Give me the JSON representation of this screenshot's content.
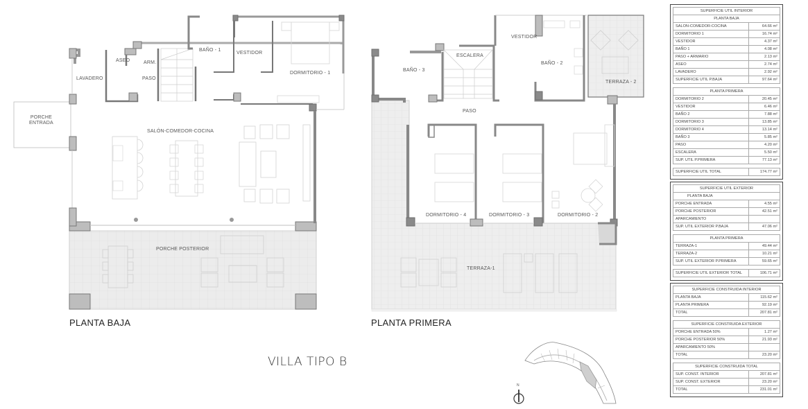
{
  "document": {
    "title": "VILLA TIPO B",
    "north_label": "N"
  },
  "planta_baja": {
    "title": "PLANTA BAJA",
    "rooms": {
      "lavadero": "LAVADERO",
      "aseo": "ASEO",
      "arm": "ARM.",
      "paso": "PASO",
      "bano1": "BAÑO - 1",
      "vestidor": "VESTIDOR",
      "dormitorio1": "DORMITORIO - 1",
      "porche_entrada": "PORCHE\nENTRADA",
      "salon": "SALÓN-COMEDOR-COCINA",
      "porche_posterior": "PORCHE POSTERIOR"
    }
  },
  "planta_primera": {
    "title": "PLANTA PRIMERA",
    "rooms": {
      "bano3": "BAÑO - 3",
      "escalera": "ESCALERA",
      "vestidor": "VESTIDOR",
      "bano2": "BAÑO - 2",
      "terraza2": "TERRAZA - 2",
      "paso": "PASO",
      "dormitorio4": "DORMITORIO - 4",
      "dormitorio3": "DORMITORIO - 3",
      "dormitorio2": "DORMITORIO - 2",
      "terraza1": "TERRAZA-1"
    }
  },
  "tables": {
    "util_interior": {
      "title": "SUPERFICIE UTIL INTERIOR",
      "baja": {
        "title": "PLANTA BAJA",
        "rows": [
          {
            "label": "SALON-COMEDOR-COCINA",
            "value": "64.66 m²"
          },
          {
            "label": "DORMITORIO 1",
            "value": "16.74 m²"
          },
          {
            "label": "VESTIDOR",
            "value": "4.37 m²"
          },
          {
            "label": "BAÑO 1",
            "value": "4.08 m²"
          },
          {
            "label": "PASO + ARMARIO",
            "value": "2.13 m²"
          },
          {
            "label": "ASEO",
            "value": "2.74 m²"
          },
          {
            "label": "LAVADERO",
            "value": "2.92 m²"
          },
          {
            "label": "SUPERFICIE UTIL P.BAJA",
            "value": "97.64 m²"
          }
        ]
      },
      "primera": {
        "title": "PLANTA PRIMERA",
        "rows": [
          {
            "label": "DORMITORIO 2",
            "value": "20.45 m²"
          },
          {
            "label": "VESTIDOR",
            "value": "6.46 m²"
          },
          {
            "label": "BAÑO 2",
            "value": "7.88 m²"
          },
          {
            "label": "DORMITORIO 3",
            "value": "13.85 m²"
          },
          {
            "label": "DORMITORIO 4",
            "value": "13.14 m²"
          },
          {
            "label": "BAÑO 3",
            "value": "5.85 m²"
          },
          {
            "label": "PASO",
            "value": "4.20 m²"
          },
          {
            "label": "ESCALERA",
            "value": "5.50 m²"
          },
          {
            "label": "SUP. UTIL P.PRIMERA",
            "value": "77.13 m²"
          }
        ]
      },
      "total": {
        "label": "SUPERFICIE UTIL TOTAL",
        "value": "174.77 m²"
      }
    },
    "util_exterior": {
      "title": "SUPERFICIE UTIL EXTERIOR",
      "baja": {
        "title": "PLANTA BAJA",
        "rows": [
          {
            "label": "PORCHE ENTRADA",
            "value": "4.55 m²"
          },
          {
            "label": "PORCHE POSTERIOR",
            "value": "42.51 m²"
          },
          {
            "label": "APARCAMIENTO",
            "value": ""
          },
          {
            "label": "SUP. UTIL EXTERIOR P.BAJA",
            "value": "47.06 m²"
          }
        ]
      },
      "primera": {
        "title": "PLANTA PRIMERA",
        "rows": [
          {
            "label": "TERRAZA-1",
            "value": "49.44 m²"
          },
          {
            "label": "TERRAZA-2",
            "value": "10.21 m²"
          },
          {
            "label": "SUP. UTIL EXTERIOR P.PRIMERA",
            "value": "59.65 m²"
          }
        ]
      },
      "total": {
        "label": "SUPERFICIE UTIL EXTERIOR TOTAL",
        "value": "106.71 m²"
      }
    },
    "construida": {
      "interior": {
        "title": "SUPERFICIE CONSTRUIDA INTERIOR",
        "rows": [
          {
            "label": "PLANTA BAJA",
            "value": "115.62 m²"
          },
          {
            "label": "PLANTA PRIMERA",
            "value": "92.19 m²"
          },
          {
            "label": "TOTAL",
            "value": "207.81 m²"
          }
        ]
      },
      "exterior": {
        "title": "SUPERFICIE CONSTRUIDA EXTERIOR",
        "rows": [
          {
            "label": "PORCHE ENTRADA 50%",
            "value": "1.27 m²"
          },
          {
            "label": "PORCHE POSTERIOR 50%",
            "value": "21.93 m²"
          },
          {
            "label": "APARCAMIENTO 50%",
            "value": ""
          },
          {
            "label": "TOTAL",
            "value": "23.20 m²"
          }
        ]
      },
      "total": {
        "title": "SUPERFICIE CONSTRUIDA TOTAL",
        "rows": [
          {
            "label": "SUP. CONST. INTERIOR",
            "value": "207.81 m²"
          },
          {
            "label": "SUP. CONST. EXTERIOR",
            "value": "23.20 m²"
          },
          {
            "label": "TOTAL",
            "value": "231.01 m²"
          }
        ]
      }
    }
  },
  "colors": {
    "wall_fill": "#bdbdbd",
    "wall_stroke": "#6e6e6e",
    "column": "#8a8a8a",
    "terrace_fill": "#ececec",
    "furniture": "#d2d2d2",
    "text": "#555555"
  }
}
